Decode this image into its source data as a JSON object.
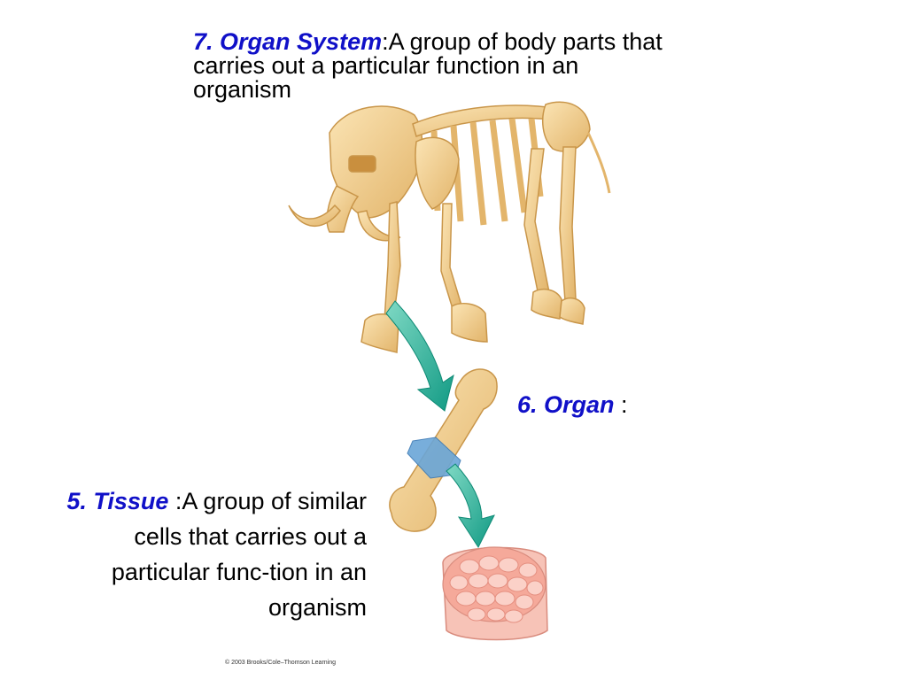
{
  "organ_system": {
    "term": "7. Organ System",
    "definition": ":A group of body parts that carries out a particular function in an organism"
  },
  "organ": {
    "term": "6. Organ",
    "definition": " :"
  },
  "tissue": {
    "term": "5. Tissue",
    "definition": " :A group of similar cells that carries out a particular func-tion in an organism"
  },
  "copyright": "© 2003 Brooks/Cole–Thomson Learning",
  "colors": {
    "term": "#1010c8",
    "bone": "#f2cf8e",
    "bone_shadow": "#d9a857",
    "arrow": "#1fa893",
    "band": "#6aa6d8",
    "tissue": "#f5a99a"
  }
}
